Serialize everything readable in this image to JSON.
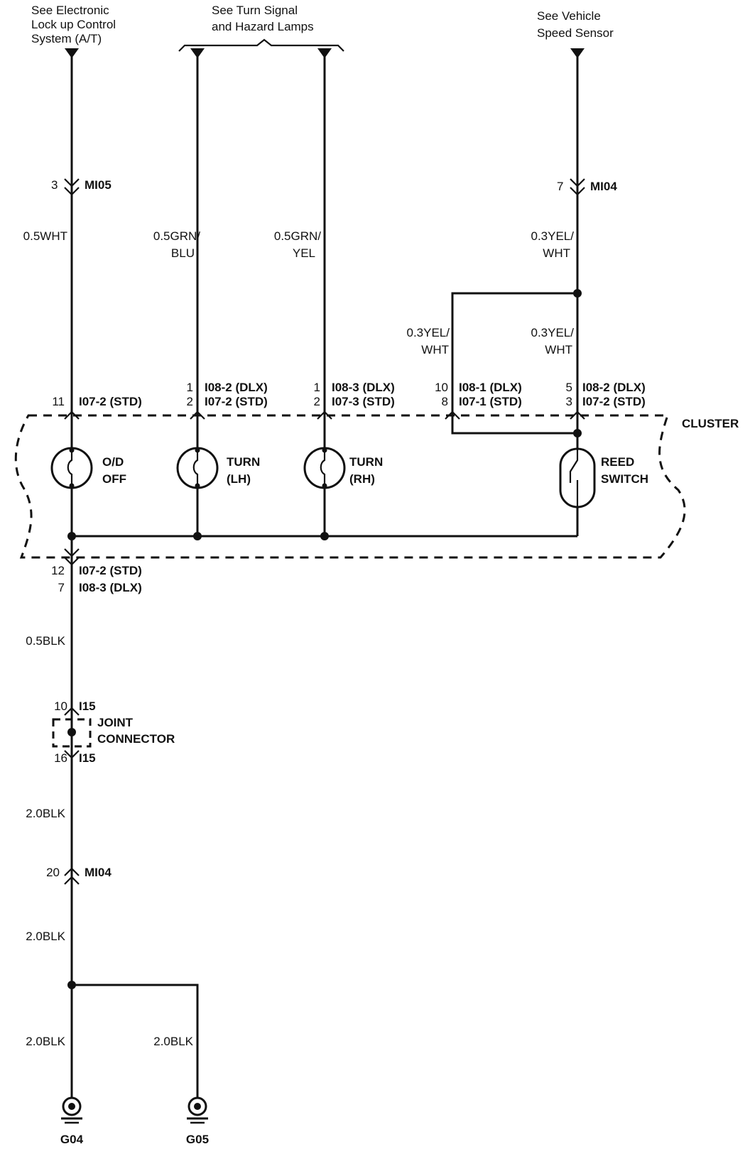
{
  "refs": {
    "elc_line1": "See Electronic",
    "elc_line2": "Lock up Control",
    "elc_line3": "System (A/T)",
    "turn_line1": "See Turn Signal",
    "turn_line2": "and Hazard Lamps",
    "vss_line1": "See Vehicle",
    "vss_line2": "Speed Sensor"
  },
  "connectors": {
    "mi05_pin": "3",
    "mi05": "MI05",
    "mi04_top_pin": "7",
    "mi04_top": "MI04",
    "od_pin": "11",
    "od_conn": "I07-2 (STD)",
    "lh_pin1": "1",
    "lh_conn1": "I08-2 (DLX)",
    "lh_pin2": "2",
    "lh_conn2": "I07-2 (STD)",
    "rh_pin1": "1",
    "rh_conn1": "I08-3 (DLX)",
    "rh_pin2": "2",
    "rh_conn2": "I07-3 (STD)",
    "r1_pin1": "10",
    "r1_conn1": "I08-1 (DLX)",
    "r1_pin2": "8",
    "r1_conn2": "I07-1 (STD)",
    "r2_pin1": "5",
    "r2_conn1": "I08-2 (DLX)",
    "r2_pin2": "3",
    "r2_conn2": "I07-2 (STD)",
    "gnd_pin1": "12",
    "gnd_conn1": "I07-2 (STD)",
    "gnd_pin2": "7",
    "gnd_conn2": "I08-3 (DLX)",
    "j_top_pin": "10",
    "j_top": "I15",
    "j_bot_pin": "16",
    "j_bot": "I15",
    "mi04_bot_pin": "20",
    "mi04_bot": "MI04"
  },
  "wires": {
    "w1": "0.5WHT",
    "w2a": "0.5GRN/",
    "w2b": "BLU",
    "w3a": "0.5GRN/",
    "w3b": "YEL",
    "w4a": "0.3YEL/",
    "w4b": "WHT",
    "w5a": "0.3YEL/",
    "w5b": "WHT",
    "w6a": "0.3YEL/",
    "w6b": "WHT",
    "w7": "0.5BLK",
    "w8": "2.0BLK",
    "w9": "2.0BLK",
    "w10": "2.0BLK",
    "w11": "2.0BLK"
  },
  "components": {
    "cluster": "CLUSTER",
    "od_line1": "O/D",
    "od_line2": "OFF",
    "lh_line1": "TURN",
    "lh_line2": "(LH)",
    "rh_line1": "TURN",
    "rh_line2": "(RH)",
    "reed_line1": "REED",
    "reed_line2": "SWITCH",
    "joint_line1": "JOINT",
    "joint_line2": "CONNECTOR",
    "g04": "G04",
    "g05": "G05"
  }
}
